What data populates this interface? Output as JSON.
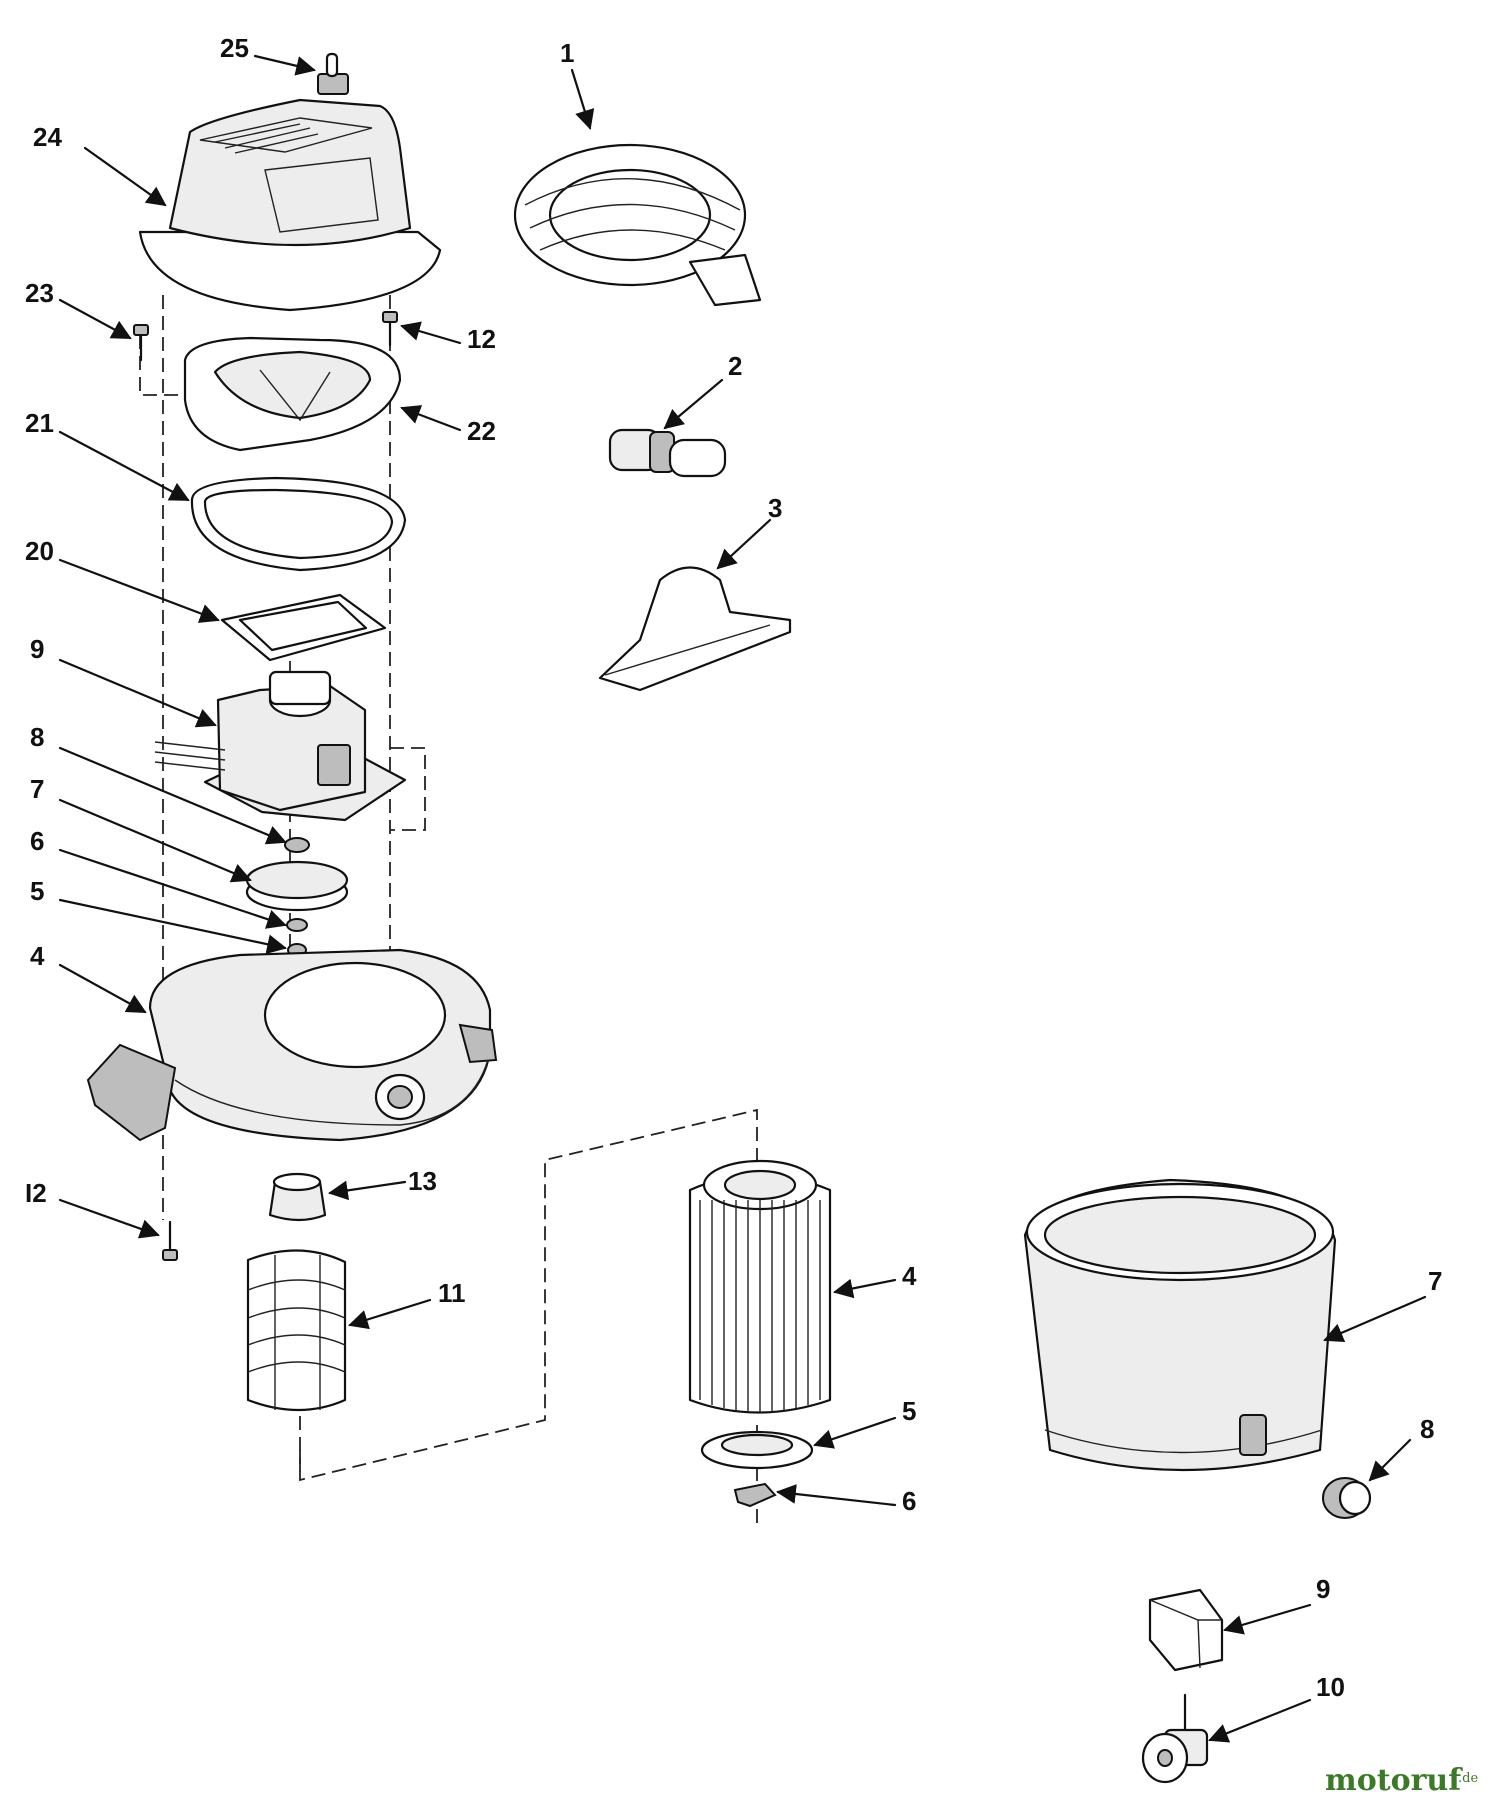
{
  "callouts": {
    "c25": "25",
    "c24": "24",
    "c23": "23",
    "c12a": "12",
    "c22": "22",
    "c21": "21",
    "c20": "20",
    "c9": "9",
    "c8": "8",
    "c7": "7",
    "c6": "6",
    "c5": "5",
    "c4": "4",
    "c12b": "I2",
    "c13": "13",
    "c11": "11",
    "c1": "1",
    "c2": "2",
    "c3": "3",
    "f4": "4",
    "f5": "5",
    "f6": "6",
    "d7": "7",
    "d8": "8",
    "d9": "9",
    "d10": "10"
  },
  "watermark": {
    "brand": "motoruf",
    "tld": ".de"
  },
  "colors": {
    "line": "#111111",
    "part_fill": "#ededed",
    "watermark": "#3c7a2a"
  }
}
